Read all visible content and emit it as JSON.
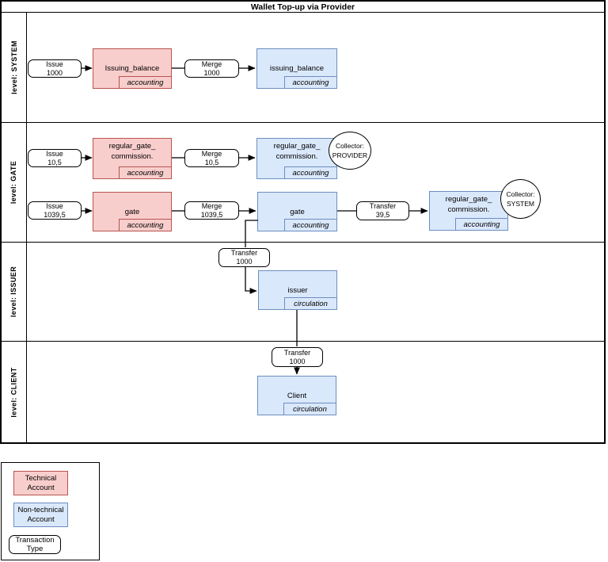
{
  "title": "Wallet Top-up via Provider",
  "colors": {
    "technical_fill": "#f8cecc",
    "technical_stroke": "#b85450",
    "nontechnical_fill": "#dae8fc",
    "nontechnical_stroke": "#6c8ebf"
  },
  "lanes": {
    "system": {
      "label": "level: SYSTEM"
    },
    "gate": {
      "label": "level: GATE"
    },
    "issuer": {
      "label": "level: ISSUER"
    },
    "client": {
      "label": "level: CLIENT"
    }
  },
  "nodes": {
    "issue_1000": {
      "line1": "Issue",
      "line2": "1000"
    },
    "issuing_balance_technical": {
      "line1": "Issuing_balance",
      "tab": "accounting"
    },
    "merge_1000": {
      "line1": "Merge",
      "line2": "1000"
    },
    "issuing_balance": {
      "line1": "issuing_balance",
      "tab": "accounting"
    },
    "issue_10_5": {
      "line1": "Issue",
      "line2": "10,5"
    },
    "regular_gate_commission_technical": {
      "line1": "regular_gate_",
      "line2": "commission.",
      "tab": "accounting"
    },
    "merge_10_5": {
      "line1": "Merge",
      "line2": "10,5"
    },
    "regular_gate_commission_provider": {
      "line1": "regular_gate_",
      "line2": "commission.",
      "tab": "accounting"
    },
    "collector_provider": {
      "line1": "Collector:",
      "line2": "PROVIDER"
    },
    "issue_1039_5": {
      "line1": "Issue",
      "line2": "1039,5"
    },
    "gate_technical": {
      "line1": "gate",
      "tab": "accounting"
    },
    "merge_1039_5": {
      "line1": "Merge",
      "line2": "1039,5"
    },
    "gate": {
      "line1": "gate",
      "tab": "accounting"
    },
    "transfer_39_5": {
      "line1": "Transfer",
      "line2": "39,5"
    },
    "regular_gate_commission_system": {
      "line1": "regular_gate_",
      "line2": "commission.",
      "tab": "accounting"
    },
    "collector_system": {
      "line1": "Collector:",
      "line2": "SYSTEM"
    },
    "transfer_1000_issuer": {
      "line1": "Transfer",
      "line2": "1000"
    },
    "issuer": {
      "line1": "issuer",
      "tab": "circulation"
    },
    "transfer_1000_client": {
      "line1": "Transfer",
      "line2": "1000"
    },
    "client": {
      "line1": "Client",
      "tab": "circulation"
    }
  },
  "legend": {
    "technical": {
      "line1": "Technical",
      "line2": "Account"
    },
    "nontechnical": {
      "line1": "Non-technical",
      "line2": "Account"
    },
    "transaction": {
      "line1": "Transaction",
      "line2": "Type"
    }
  }
}
